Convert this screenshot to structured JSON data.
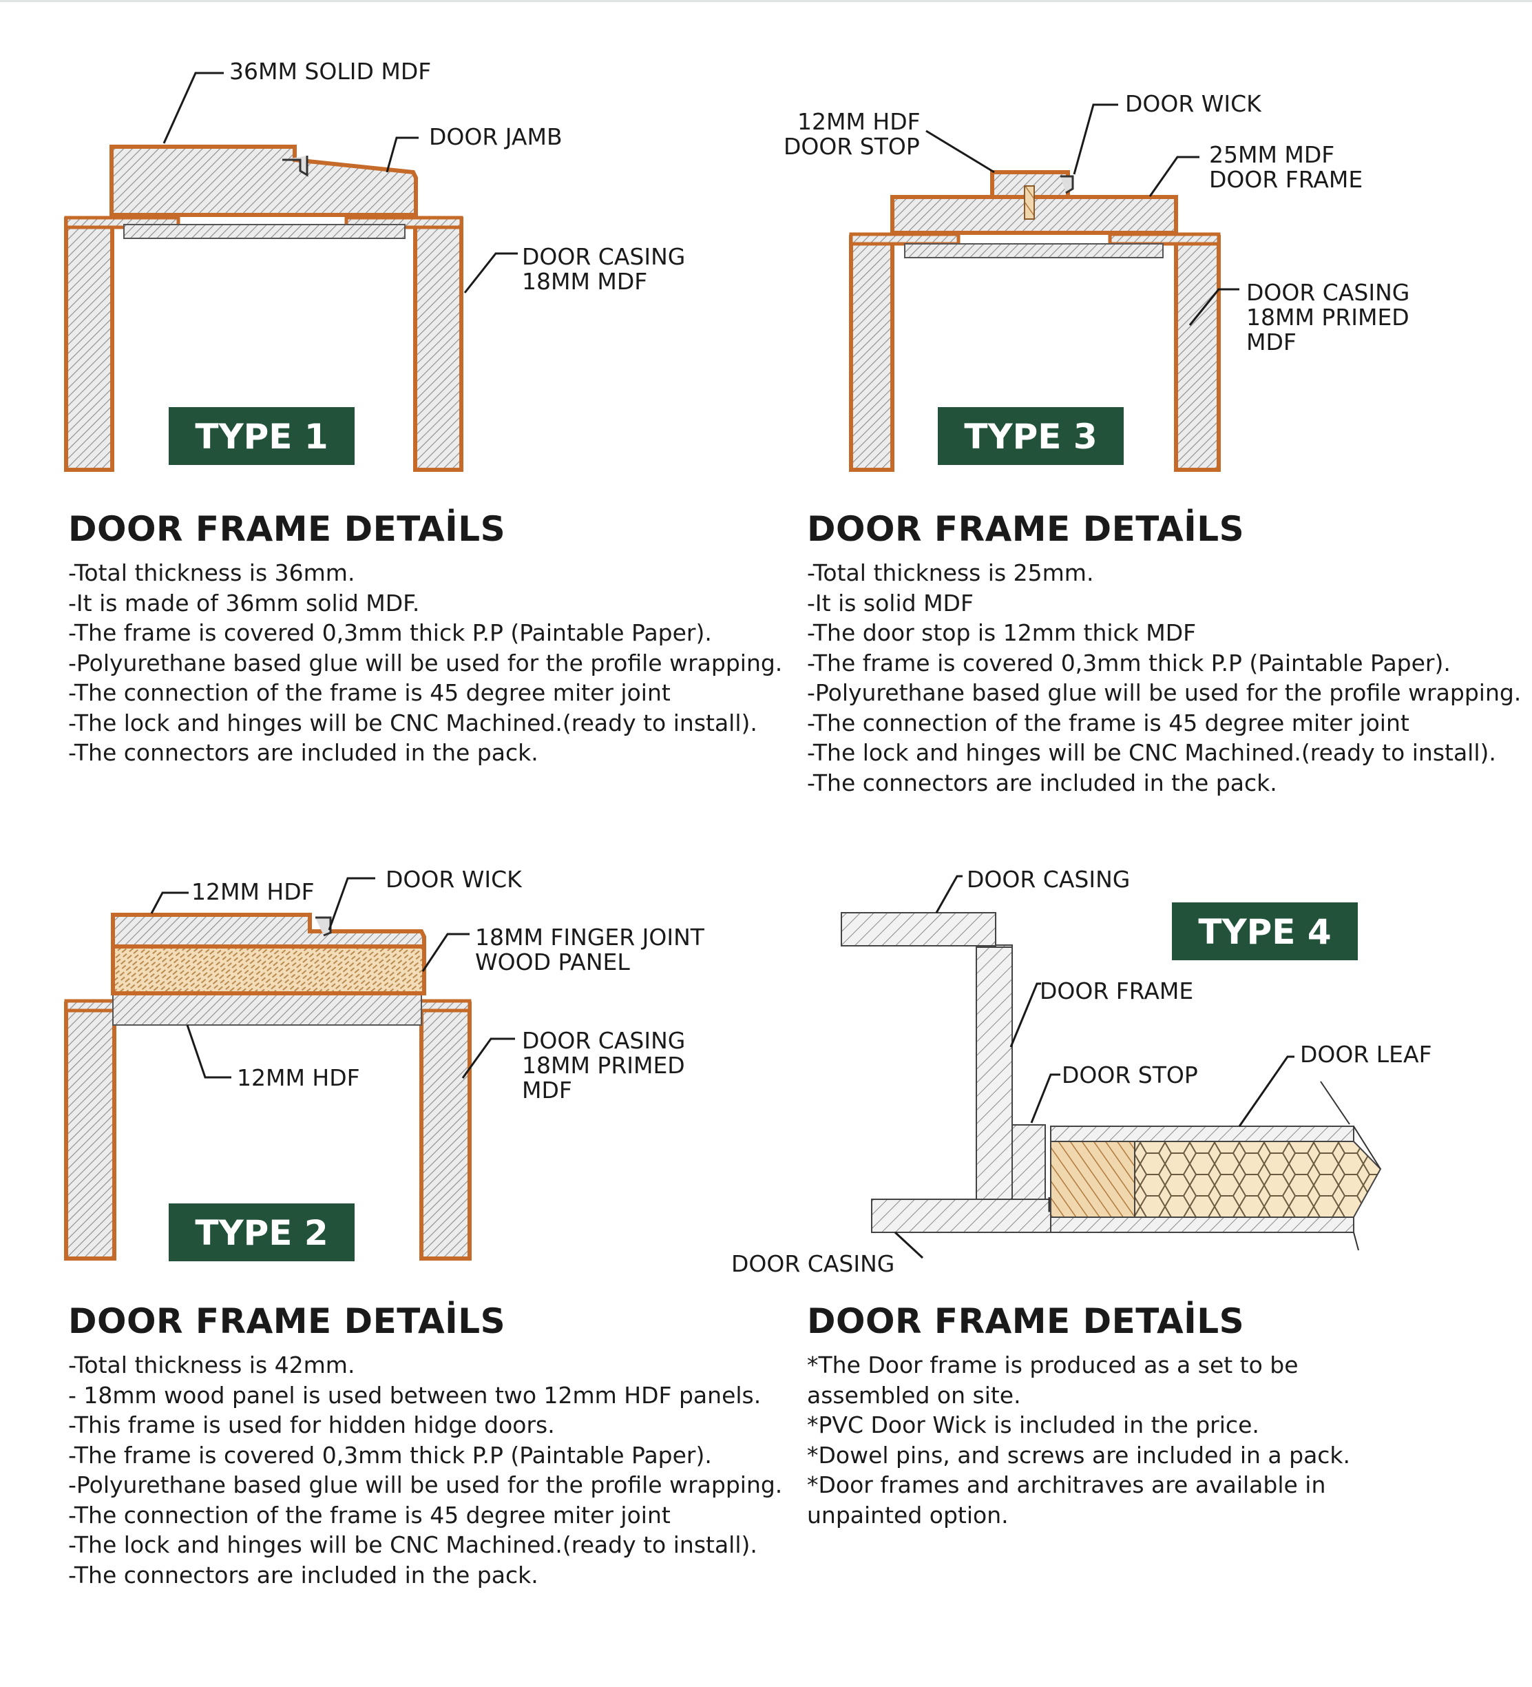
{
  "colors": {
    "badge_green": "#22523a",
    "wrap_orange": "#c56a28",
    "hatch_grey": "#e6e6e6",
    "wood_tan": "#e8c79a"
  },
  "type1": {
    "badge": "TYPE 1",
    "labels": {
      "solid_mdf": "36MM SOLID MDF",
      "jamb": "DOOR JAMB",
      "casing_1": "DOOR CASING",
      "casing_2": "18MM MDF"
    },
    "details": {
      "heading": "DOOR FRAME DETAİLS",
      "lines": [
        "-Total thickness is 36mm.",
        "-It is made of 36mm solid MDF.",
        "-The frame is covered 0,3mm thick P.P (Paintable Paper).",
        "-Polyurethane based glue will be used for the profile wrapping.",
        "-The connection of the frame is 45 degree miter joint",
        "-The lock and hinges will be CNC Machined.(ready to install).",
        "-The connectors are included in the pack."
      ]
    }
  },
  "type3": {
    "badge": "TYPE 3",
    "labels": {
      "stop_1": "12MM HDF",
      "stop_2": "DOOR STOP",
      "wick": "DOOR WICK",
      "frame_1": "25MM MDF",
      "frame_2": "DOOR FRAME",
      "casing_1": "DOOR CASING",
      "casing_2": "18MM PRIMED",
      "casing_3": "MDF"
    },
    "details": {
      "heading": "DOOR FRAME DETAİLS",
      "lines": [
        "-Total thickness is 25mm.",
        "-It is solid MDF",
        "-The door stop is 12mm thick MDF",
        "-The frame is covered 0,3mm thick P.P (Paintable Paper).",
        "-Polyurethane based glue will be used for the profile wrapping.",
        "-The connection of the frame is 45 degree miter joint",
        "-The lock and hinges will be CNC Machined.(ready to install).",
        "-The connectors are included in the pack."
      ]
    }
  },
  "type2": {
    "badge": "TYPE 2",
    "labels": {
      "hdf_top": "12MM HDF",
      "wick": "DOOR WICK",
      "wood_1": "18MM FINGER JOINT",
      "wood_2": "WOOD PANEL",
      "hdf_bottom": "12MM HDF",
      "casing_1": "DOOR CASING",
      "casing_2": "18MM PRIMED",
      "casing_3": "MDF"
    },
    "details": {
      "heading": "DOOR FRAME DETAİLS",
      "lines": [
        "-Total thickness is 42mm.",
        "- 18mm wood panel is used between two 12mm HDF panels.",
        "-This frame is used for hidden hidge doors.",
        "-The frame is covered 0,3mm thick P.P (Paintable Paper).",
        "-Polyurethane based glue will be used for the profile wrapping.",
        "-The connection of the frame is 45 degree miter joint",
        "-The lock and hinges will be CNC Machined.(ready to install).",
        "-The connectors are included in the pack."
      ]
    }
  },
  "type4": {
    "badge": "TYPE 4",
    "labels": {
      "casing_top": "DOOR CASING",
      "frame": "DOOR FRAME",
      "stop": "DOOR STOP",
      "leaf": "DOOR LEAF",
      "casing_bottom": "DOOR CASING"
    },
    "details": {
      "heading": "DOOR FRAME DETAİLS",
      "lines": [
        "*The Door frame is produced as a set to be",
        "assembled on site.",
        "*PVC Door Wick is included in the price.",
        "*Dowel pins, and screws are included in a pack.",
        "*Door frames and architraves are available in",
        "unpainted option."
      ]
    }
  }
}
